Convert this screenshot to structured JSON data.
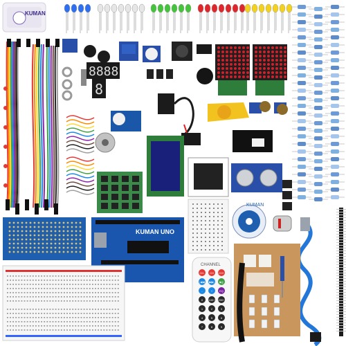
{
  "brand_box_text": "KUMAN",
  "arduino_label": "KUMAN UNO",
  "kuman_cd_label": "KUMAN",
  "remote_title": "CHANNEL",
  "remote_buttons": [
    "CH-",
    "CH",
    "CH+",
    "|◀◀",
    "▶▶|",
    "▶||",
    "-",
    "+",
    "EQ",
    "0",
    "100+",
    "200+",
    "1",
    "2",
    "3",
    "4",
    "5",
    "6",
    "7",
    "8",
    "9"
  ],
  "seven_segment_4digit": "8888",
  "seven_segment_1digit": "8",
  "colors": {
    "led_blue": "#2d6ff0",
    "led_white": "#e6e6e6",
    "led_green": "#43c43a",
    "led_red": "#e0262a",
    "led_yellow": "#f4d21c",
    "pcb_blue": "#1f5fb0",
    "pcb_green": "#2f7d3a",
    "cardboard": "#c9965d"
  }
}
